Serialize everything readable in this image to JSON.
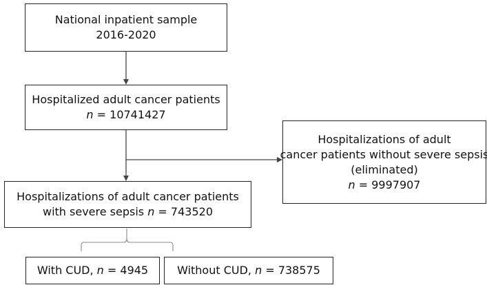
{
  "nodes": {
    "source": {
      "line1": "National inpatient sample",
      "line2": "2016-2020"
    },
    "cancer": {
      "line1": "Hospitalized adult cancer patients",
      "n_label": "n",
      "n_value": " = 10741427"
    },
    "excluded": {
      "line1": "Hospitalizations of adult",
      "line2": "cancer patients without severe sepsis",
      "line3": "(eliminated)",
      "n_label": "n",
      "n_value": " = 9997907"
    },
    "sepsis": {
      "line1": "Hospitalizations of adult cancer patients",
      "line2_prefix": "with severe sepsis ",
      "n_label": "n",
      "n_value": " = 743520"
    },
    "with_cud": {
      "prefix": "With CUD, ",
      "n_label": "n",
      "n_value": " = 4945"
    },
    "without_cud": {
      "prefix": "Without CUD, ",
      "n_label": "n",
      "n_value": " = 738575"
    }
  },
  "colors": {
    "box_border": "#222222",
    "arrow": "#444444",
    "bracket": "#888888",
    "text": "#111111"
  }
}
